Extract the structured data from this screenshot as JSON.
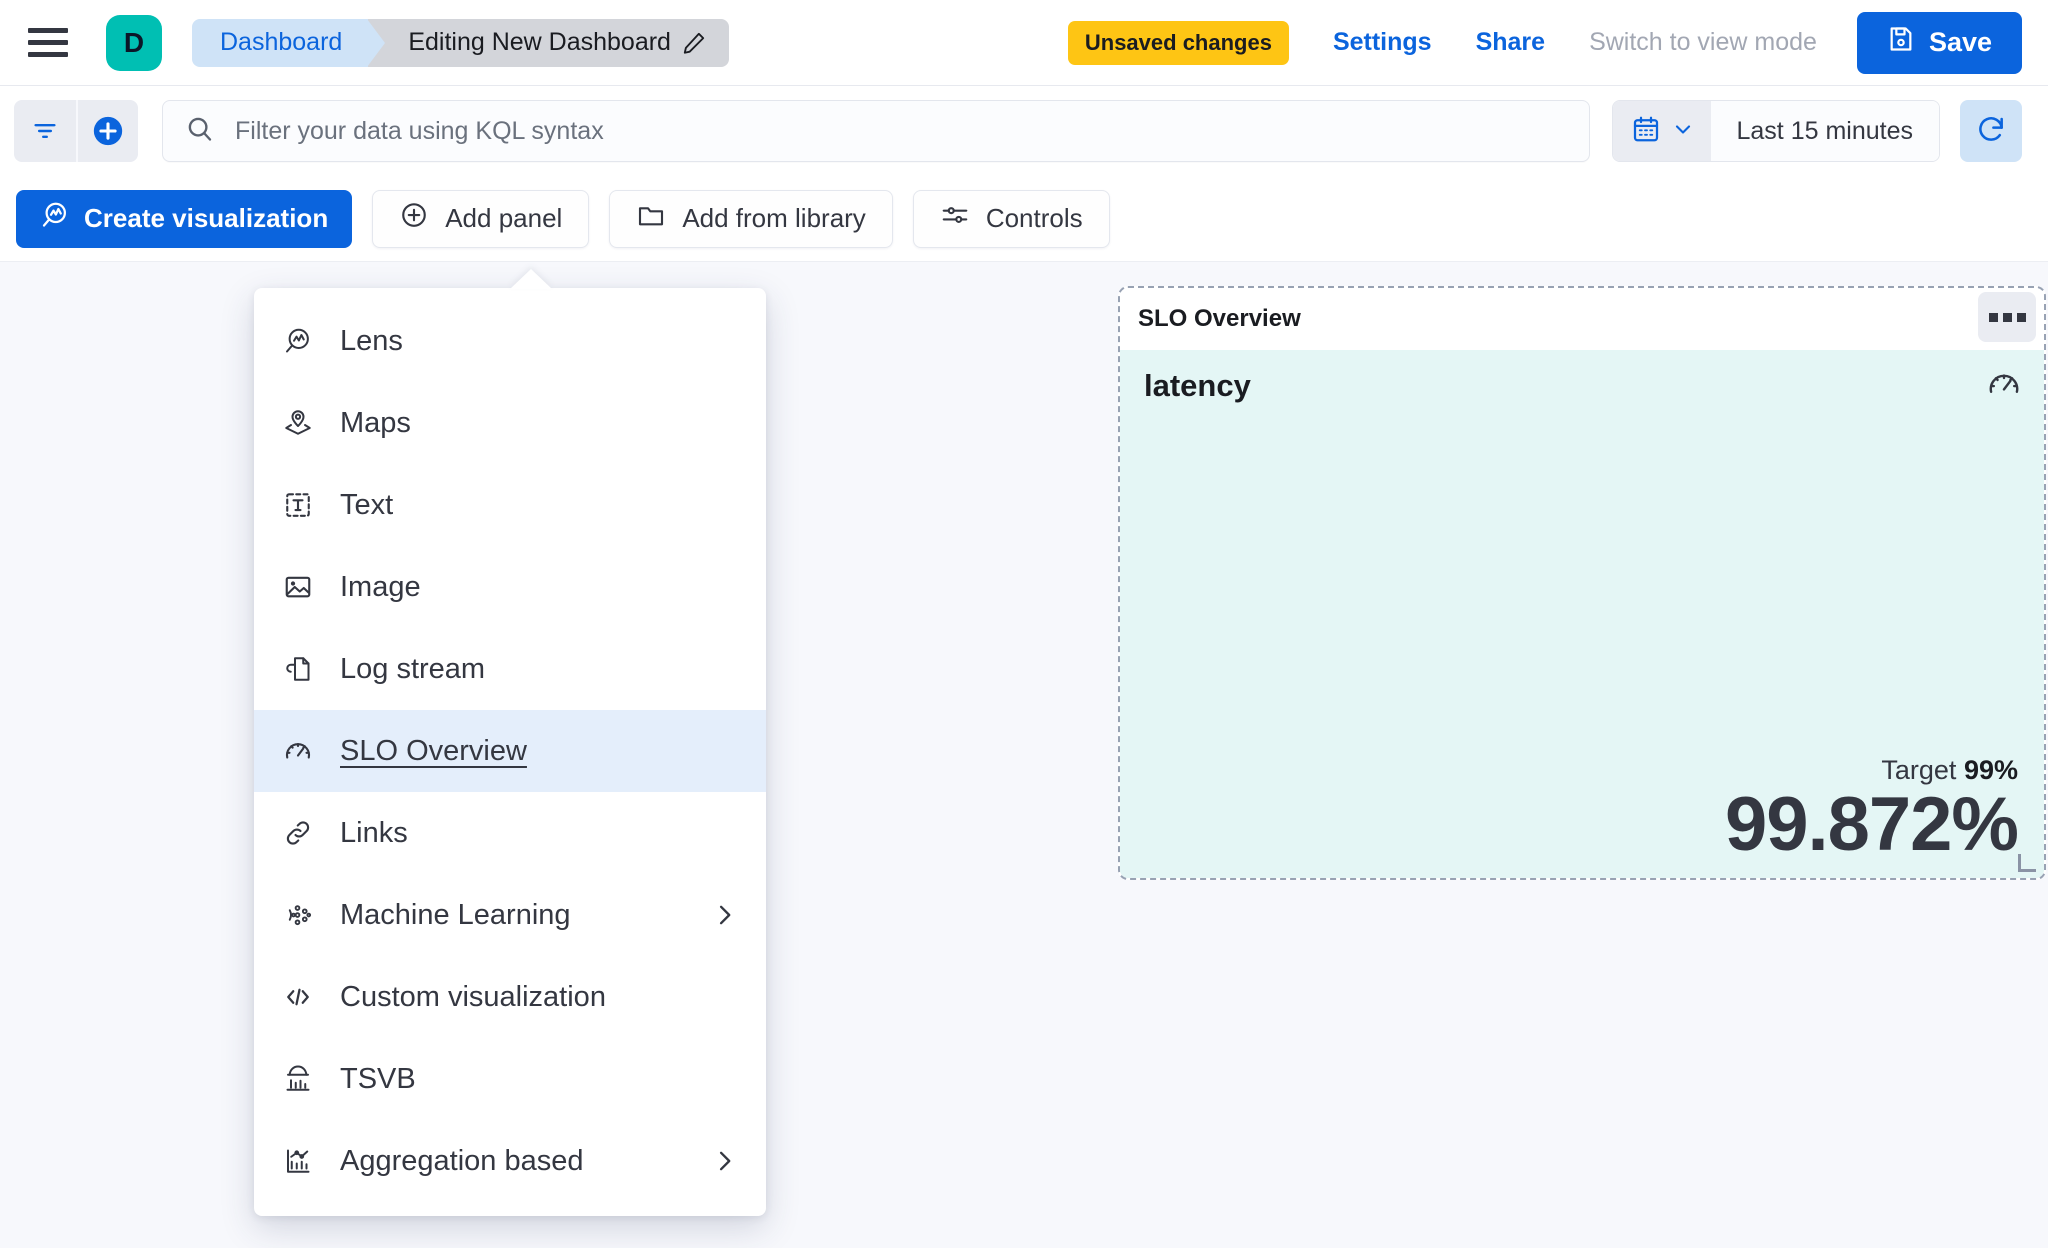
{
  "header": {
    "menu_icon": "hamburger-menu-icon",
    "app_badge": "D",
    "breadcrumbs": [
      {
        "label": "Dashboard"
      },
      {
        "label": "Editing New Dashboard",
        "icon": "pencil-icon"
      }
    ],
    "unsaved_badge": "Unsaved changes",
    "links": [
      {
        "label": "Settings",
        "muted": false
      },
      {
        "label": "Share",
        "muted": false
      },
      {
        "label": "Switch to view mode",
        "muted": true
      }
    ],
    "save_label": "Save",
    "save_icon": "save-disk-icon",
    "accent_color": "#0b64dd",
    "badge_color": "#00bfb3",
    "warning_color": "#fec514"
  },
  "querybar": {
    "filter_icon": "filter-lines-icon",
    "add_filter_icon": "add-circle-icon",
    "search_icon": "search-icon",
    "search_value": "",
    "search_placeholder": "Filter your data using KQL syntax",
    "date_icon": "calendar-icon",
    "date_chevron": "chevron-down-icon",
    "date_range": "Last 15 minutes",
    "refresh_icon": "refresh-icon"
  },
  "actions": [
    {
      "label": "Create visualization",
      "icon": "lens-icon",
      "primary": true
    },
    {
      "label": "Add panel",
      "icon": "plus-circle-icon",
      "primary": false
    },
    {
      "label": "Add from library",
      "icon": "folder-icon",
      "primary": false
    },
    {
      "label": "Controls",
      "icon": "controls-sliders-icon",
      "primary": false
    }
  ],
  "add_panel_menu": {
    "items": [
      {
        "label": "Lens",
        "icon": "lens-icon",
        "selected": false,
        "submenu": false
      },
      {
        "label": "Maps",
        "icon": "maps-pin-layers-icon",
        "selected": false,
        "submenu": false
      },
      {
        "label": "Text",
        "icon": "text-box-icon",
        "selected": false,
        "submenu": false
      },
      {
        "label": "Image",
        "icon": "image-icon",
        "selected": false,
        "submenu": false
      },
      {
        "label": "Log stream",
        "icon": "log-stream-icon",
        "selected": false,
        "submenu": false
      },
      {
        "label": "SLO Overview",
        "icon": "gauge-icon",
        "selected": true,
        "submenu": false
      },
      {
        "label": "Links",
        "icon": "link-icon",
        "selected": false,
        "submenu": false
      },
      {
        "label": "Machine Learning",
        "icon": "machine-learning-icon",
        "selected": false,
        "submenu": true
      },
      {
        "label": "Custom visualization",
        "icon": "code-brackets-icon",
        "selected": false,
        "submenu": false
      },
      {
        "label": "TSVB",
        "icon": "tsvb-chart-icon",
        "selected": false,
        "submenu": false
      },
      {
        "label": "Aggregation based",
        "icon": "aggregation-chart-icon",
        "selected": false,
        "submenu": true
      }
    ],
    "selected_bg": "#e4eefb"
  },
  "slo_panel": {
    "title": "SLO Overview",
    "context_menu_icon": "ellipsis-horizontal-icon",
    "slo_name": "latency",
    "gauge_icon": "gauge-icon",
    "target_label": "Target",
    "target_value": "99%",
    "current_value": "99.872%",
    "body_color": "#e4f6f5",
    "resize_handle": "resize-corner-handle"
  }
}
